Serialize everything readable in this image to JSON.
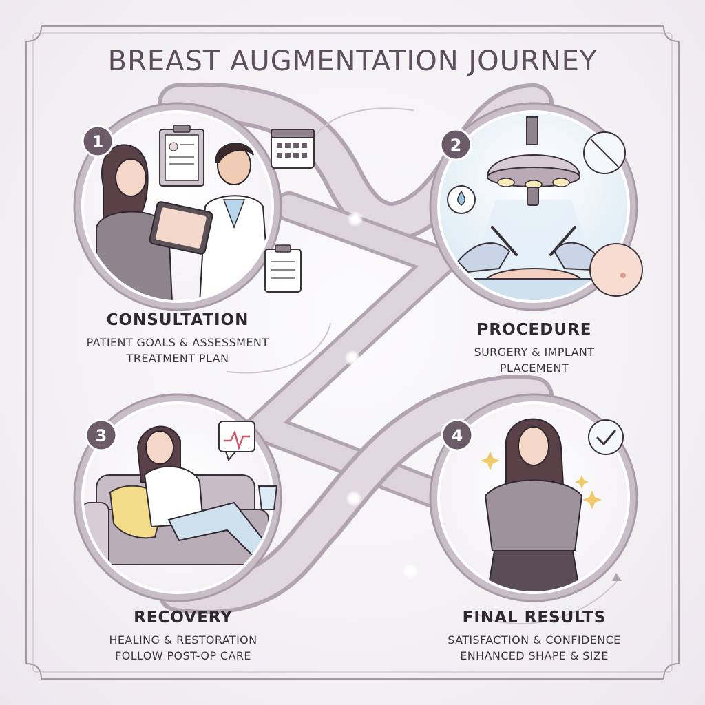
{
  "title": "BREAST AUGMENTATION JOURNEY",
  "stages": [
    {
      "number": "1",
      "heading": "CONSULTATION",
      "lines": [
        "PATIENT GOALS & ASSESSMENT",
        "TREATMENT PLAN"
      ]
    },
    {
      "number": "2",
      "heading": "PROCEDURE",
      "lines": [
        "SURGERY & IMPLANT",
        "PLACEMENT"
      ]
    },
    {
      "number": "3",
      "heading": "RECOVERY",
      "lines": [
        "HEALING & RESTORATION",
        "FOLLOW POST-OP CARE"
      ]
    },
    {
      "number": "4",
      "heading": "FINAL RESULTS",
      "lines": [
        "SATISFACTION & CONFIDENCE",
        "ENHANCED SHAPE & SIZE"
      ]
    }
  ],
  "colors": {
    "frame": "#a7979f",
    "path": "#d9cfd8",
    "path_edge": "#b3a4b1",
    "badge": "#6c5b69",
    "ring": "#c0b3bf",
    "accent_blue": "#cfe1ef",
    "accent_yellow": "#f3dd8a"
  },
  "icons": [
    "clipboard-icon",
    "calendar-icon",
    "tablet-icon",
    "surgical-lamp-icon",
    "scalpel-icon",
    "water-drop-icon",
    "heart-rate-icon",
    "water-glass-icon",
    "sparkle-icon",
    "check-icon"
  ]
}
